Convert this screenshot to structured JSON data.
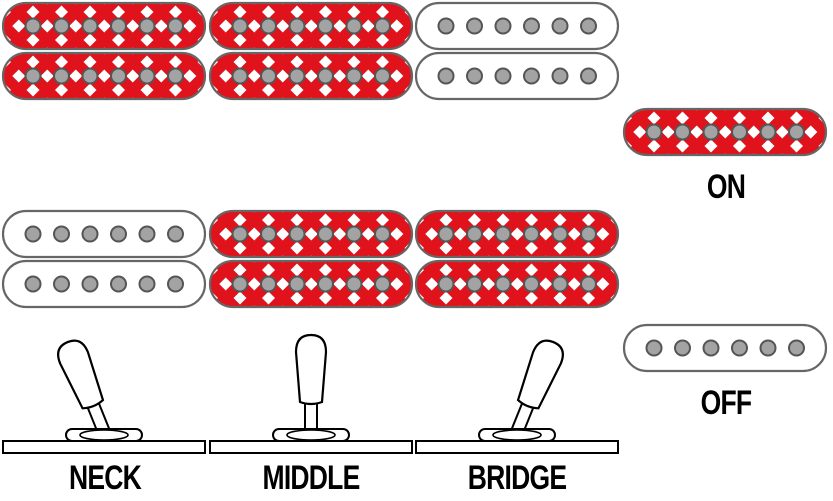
{
  "colors": {
    "on_fill": "#e0121b",
    "off_fill": "#ffffff",
    "outline": "#666666",
    "pole": "#a3a3a3",
    "pole_outline": "#555555",
    "diamond": "#ffffff"
  },
  "positions": [
    {
      "name": "NECK",
      "lever": "left",
      "upper_row": {
        "neck": "on",
        "middle": "on",
        "bridge": "off"
      }
    },
    {
      "name": "MIDDLE",
      "lever": "center",
      "upper_row": null
    },
    {
      "name": "BRIDGE",
      "lever": "right",
      "upper_row": null
    }
  ],
  "pickup_rows": [
    {
      "pickups": [
        [
          "on",
          "on"
        ],
        [
          "on",
          "on"
        ],
        [
          "off",
          "off"
        ]
      ]
    },
    {
      "pickups": [
        [
          "off",
          "off"
        ],
        [
          "on",
          "on"
        ],
        [
          "on",
          "on"
        ]
      ]
    }
  ],
  "switch_labels": [
    "NECK",
    "MIDDLE",
    "BRIDGE"
  ],
  "legend": {
    "on_label": "ON",
    "off_label": "OFF"
  },
  "poles_per_coil": 6
}
